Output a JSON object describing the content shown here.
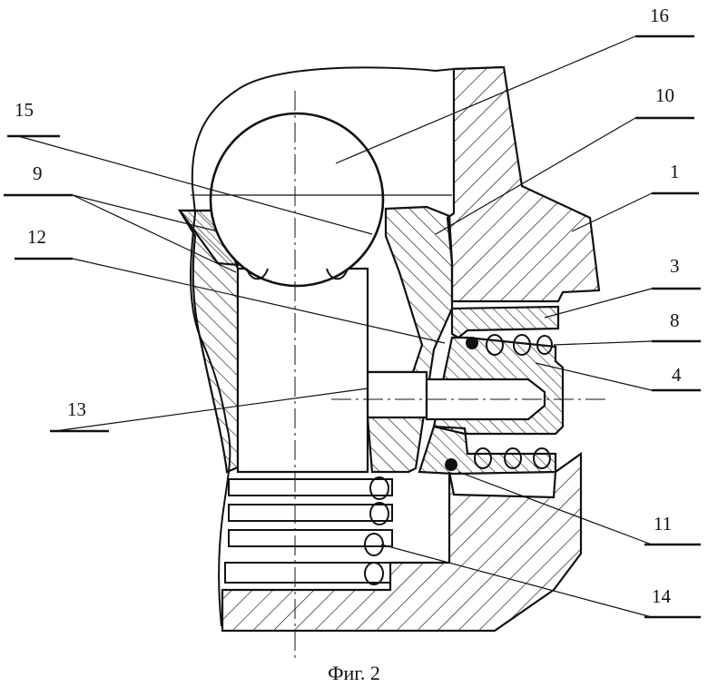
{
  "figure": {
    "caption": "Фиг. 2"
  },
  "callouts": [
    {
      "id": "16",
      "label": "16"
    },
    {
      "id": "15",
      "label": "15"
    },
    {
      "id": "10",
      "label": "10"
    },
    {
      "id": "1",
      "label": "1"
    },
    {
      "id": "9",
      "label": "9"
    },
    {
      "id": "12",
      "label": "12"
    },
    {
      "id": "3",
      "label": "3"
    },
    {
      "id": "8",
      "label": "8"
    },
    {
      "id": "4",
      "label": "4"
    },
    {
      "id": "13",
      "label": "13"
    },
    {
      "id": "11",
      "label": "11"
    },
    {
      "id": "14",
      "label": "14"
    }
  ]
}
